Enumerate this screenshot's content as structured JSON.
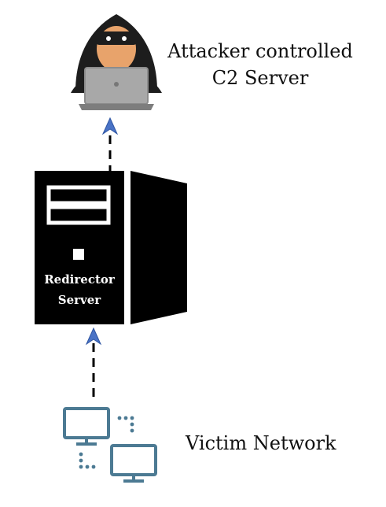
{
  "attacker": {
    "label_line1": "Attacker controlled",
    "label_line2": "C2 Server",
    "icon": "hacker-laptop-icon"
  },
  "redirector": {
    "label_line1": "Redirector",
    "label_line2": "Server",
    "icon": "server-tower-icon"
  },
  "victim": {
    "label": "Victim Network",
    "icon": "networked-monitors-icon"
  },
  "colors": {
    "arrow": "#4a73c6",
    "monitor": "#4c7a93",
    "server": "#000000",
    "hood": "#1d1d1d",
    "skin": "#e8a36b",
    "laptop": "#a8a8a8"
  },
  "connections": [
    {
      "from": "victim",
      "to": "redirector",
      "style": "dashed-arrow"
    },
    {
      "from": "redirector",
      "to": "attacker",
      "style": "dashed-arrow"
    }
  ]
}
